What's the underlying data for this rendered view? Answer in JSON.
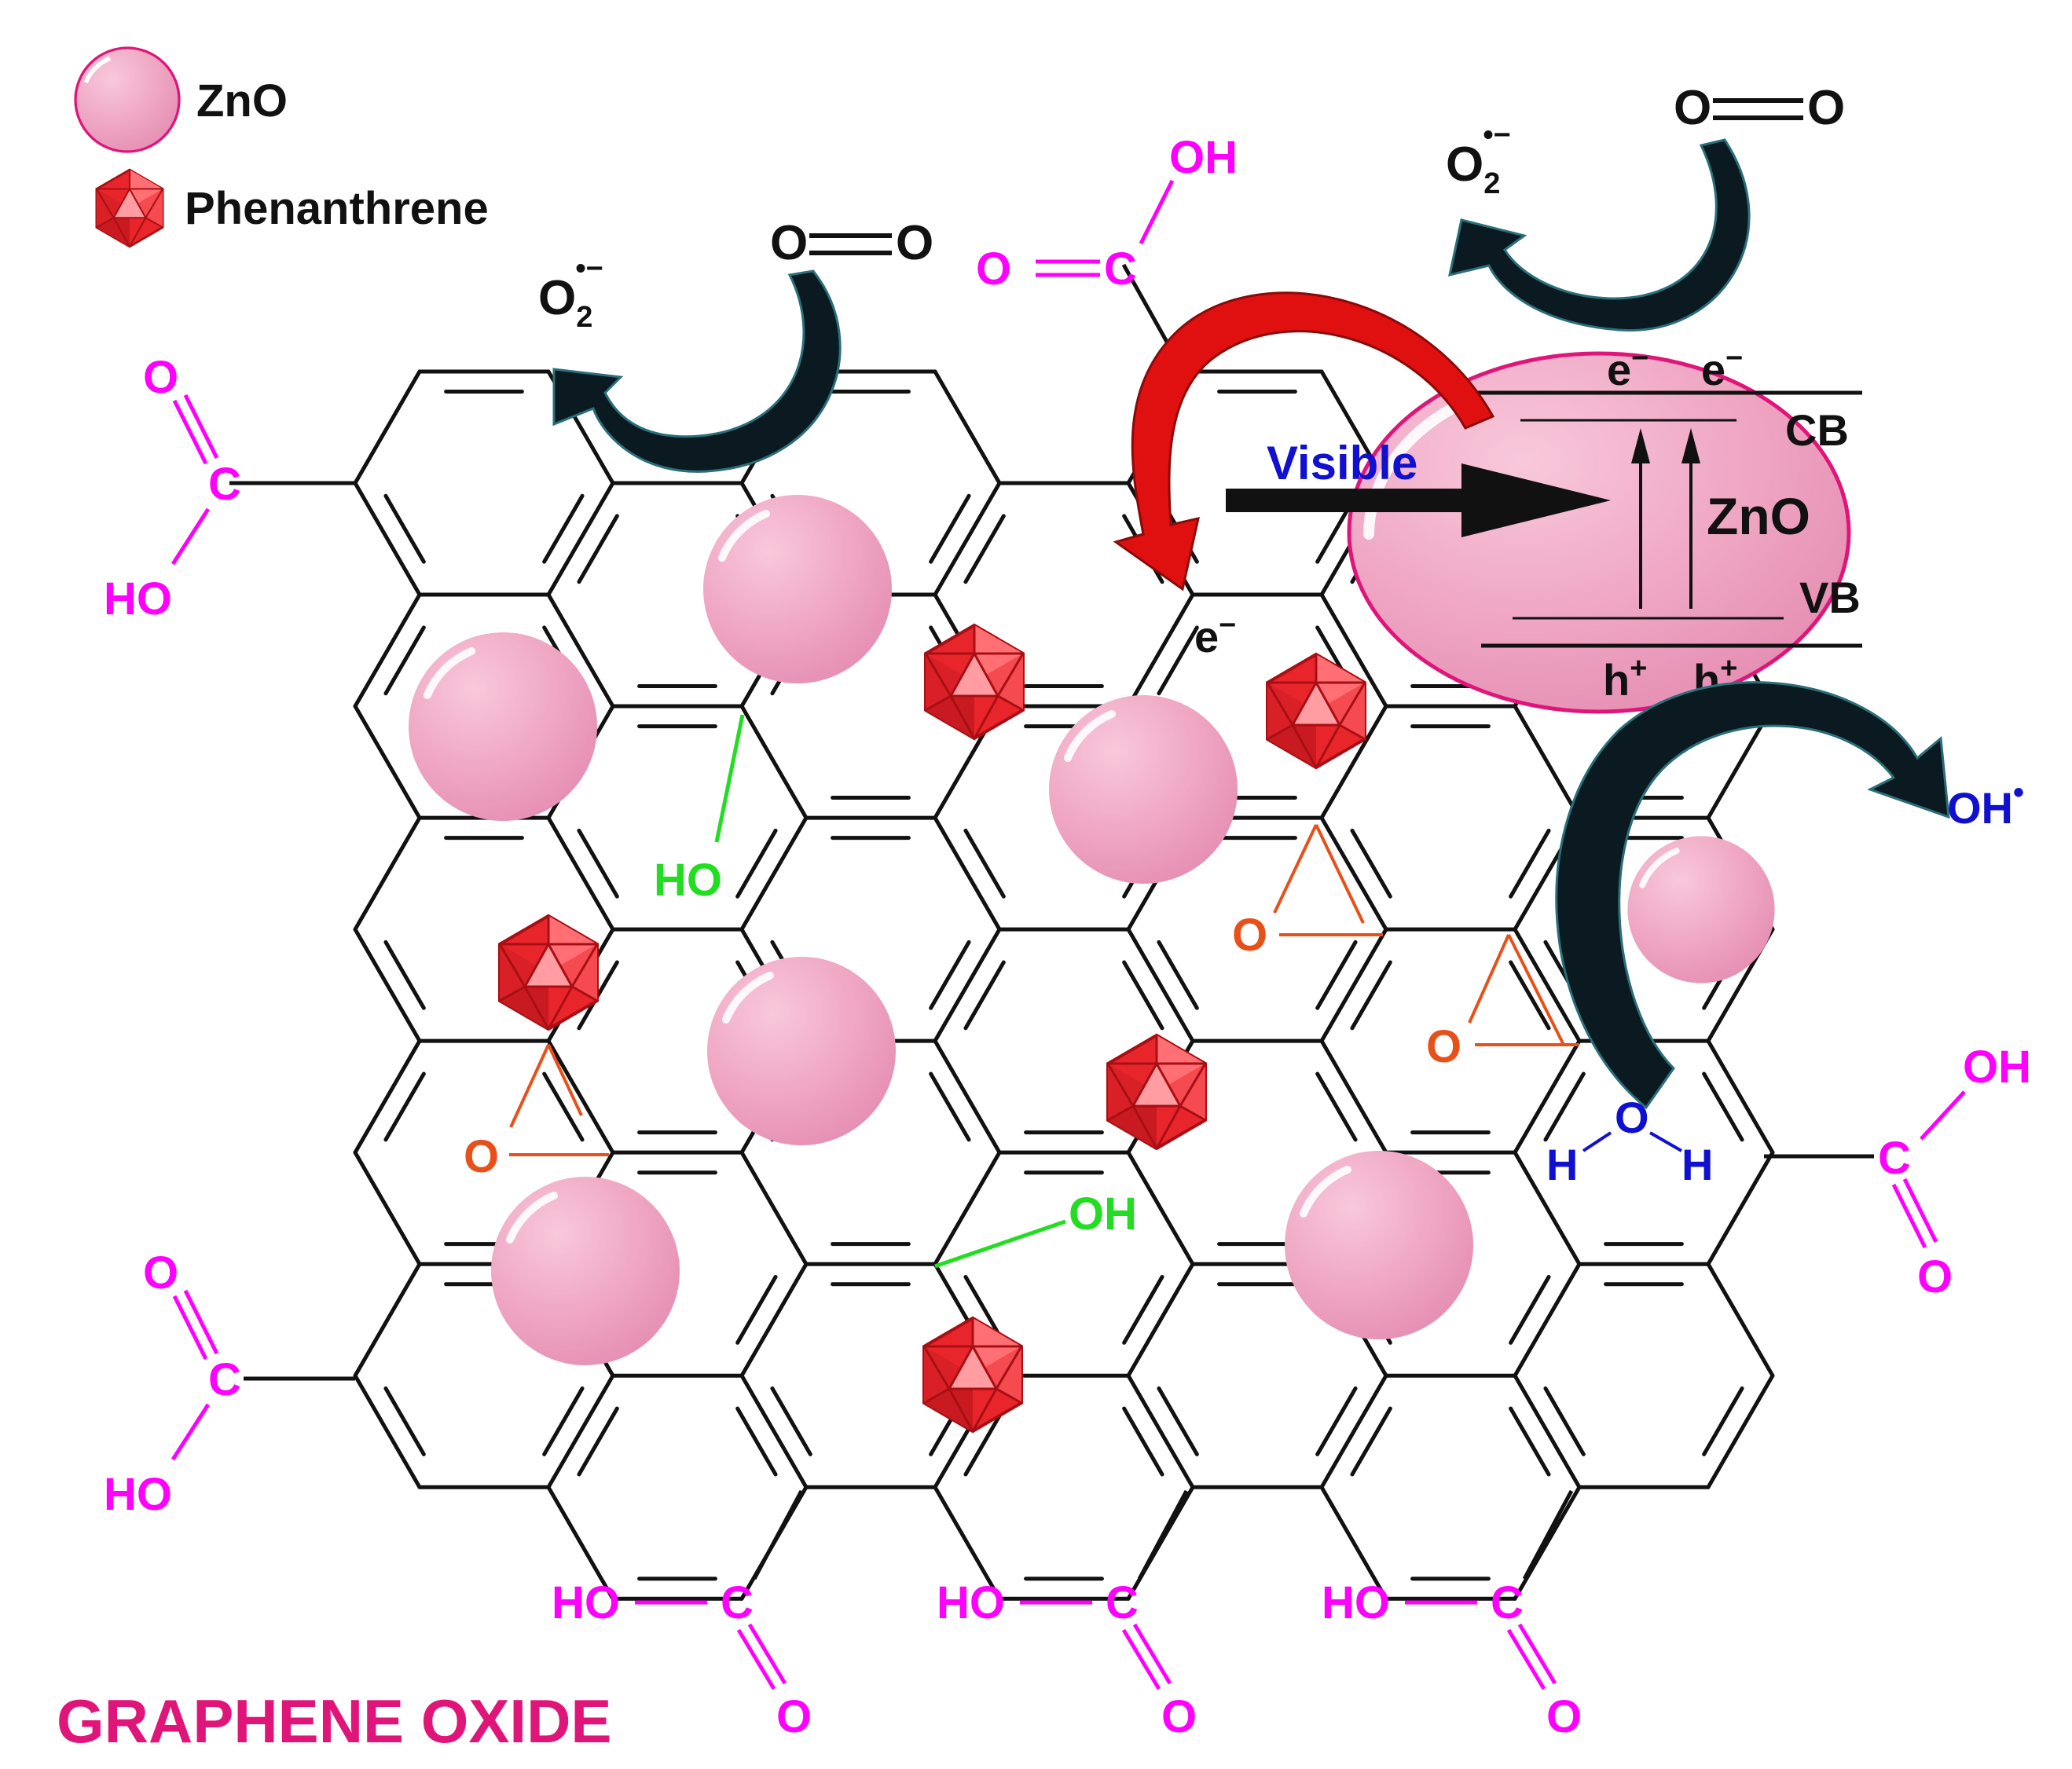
{
  "legend": {
    "zno_label": "ZnO",
    "phenanthrene_label": "Phenanthrene"
  },
  "title": "GRAPHENE OXIDE",
  "groups": {
    "oh": "OH",
    "ho": "HO",
    "c": "C",
    "o": "O"
  },
  "hydroxyl": {
    "left": "HO",
    "center": "OH"
  },
  "epoxide": {
    "o": "O"
  },
  "reactions": {
    "oxygen_left": "O",
    "oxygen_right": "O",
    "superoxide_base": "O",
    "superoxide_sub": "2",
    "superoxide_sup": "•−",
    "electron": "e",
    "electron_sup": "−",
    "visible": "Visible",
    "hydroxyl_radical": "OH",
    "hydroxyl_radical_sup": "•",
    "water_h": "H",
    "water_o": "O"
  },
  "zno_particle": {
    "cb": "CB",
    "vb": "VB",
    "label": "ZnO",
    "electron": "e",
    "electron_sup": "−",
    "hole": "h",
    "hole_sup": "+"
  },
  "colors": {
    "zno_fill": "#f0a8c4",
    "phenanthrene": "#e8252b",
    "carboxyl": "#ff00ff",
    "hydroxyl": "#22dd22",
    "epoxide": "#e8501a",
    "visible_light": "#1010d0",
    "title": "#e0157a",
    "arrow_red": "#e01010",
    "arrow_dark": "#0a1a20"
  }
}
